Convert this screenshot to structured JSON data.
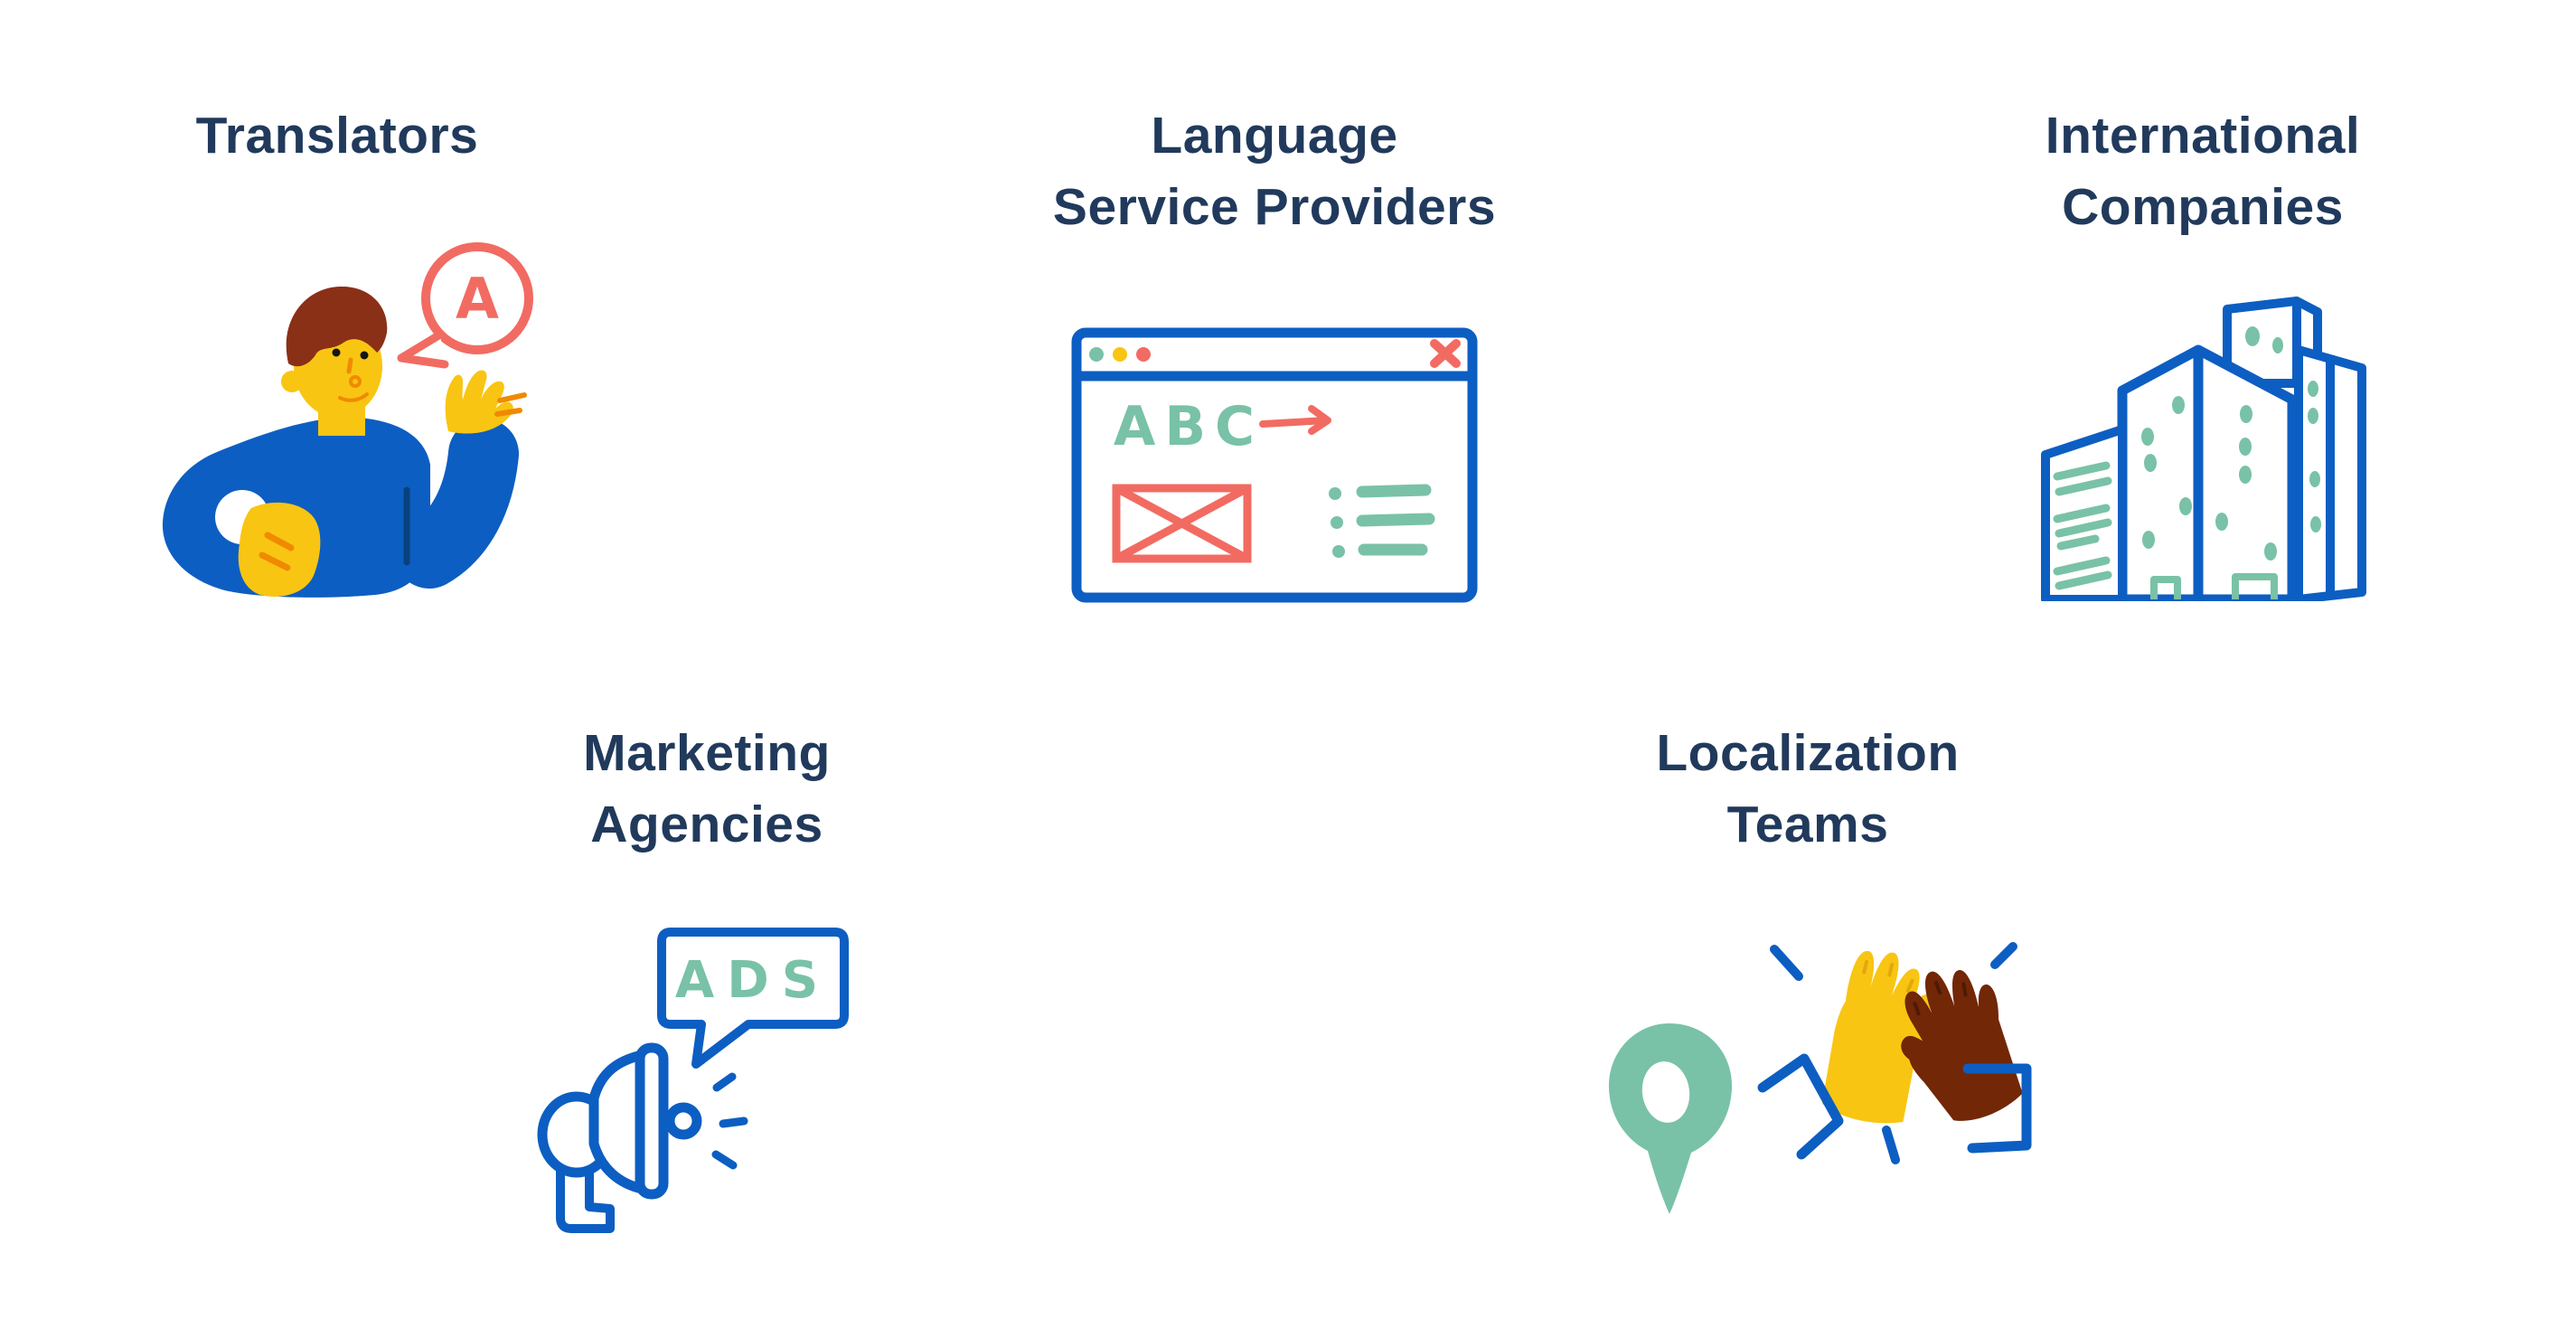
{
  "palette": {
    "background": "#ffffff",
    "title_navy": "#213a5c",
    "blue": "#0d5ec2",
    "teal": "#79c2a7",
    "coral": "#f26b62",
    "yellow": "#f9c513",
    "orange": "#f08a00",
    "hair_brown": "#8a3016",
    "skin_dark_brown": "#722706",
    "eye_black": "#141414",
    "crease_blue": "#09407e",
    "nail_yellow": "#e3a80c",
    "nail_brown": "#4e1a04"
  },
  "cards": [
    {
      "id": "translators",
      "title_line1": "Translators",
      "title_line2": "",
      "illustration": "person-with-speech-bubble",
      "bubble_text": "A"
    },
    {
      "id": "language-service-providers",
      "title_line1": "Language",
      "title_line2": "Service Providers",
      "illustration": "browser-window-translation",
      "window_text": "ABC"
    },
    {
      "id": "international-companies",
      "title_line1": "International",
      "title_line2": "Companies",
      "illustration": "office-buildings"
    },
    {
      "id": "marketing-agencies",
      "title_line1": "Marketing",
      "title_line2": "Agencies",
      "illustration": "megaphone-with-ads-bubble",
      "bubble_text": "ADS"
    },
    {
      "id": "localization-teams",
      "title_line1": "Localization",
      "title_line2": "Teams",
      "illustration": "location-pin-high-five"
    }
  ]
}
